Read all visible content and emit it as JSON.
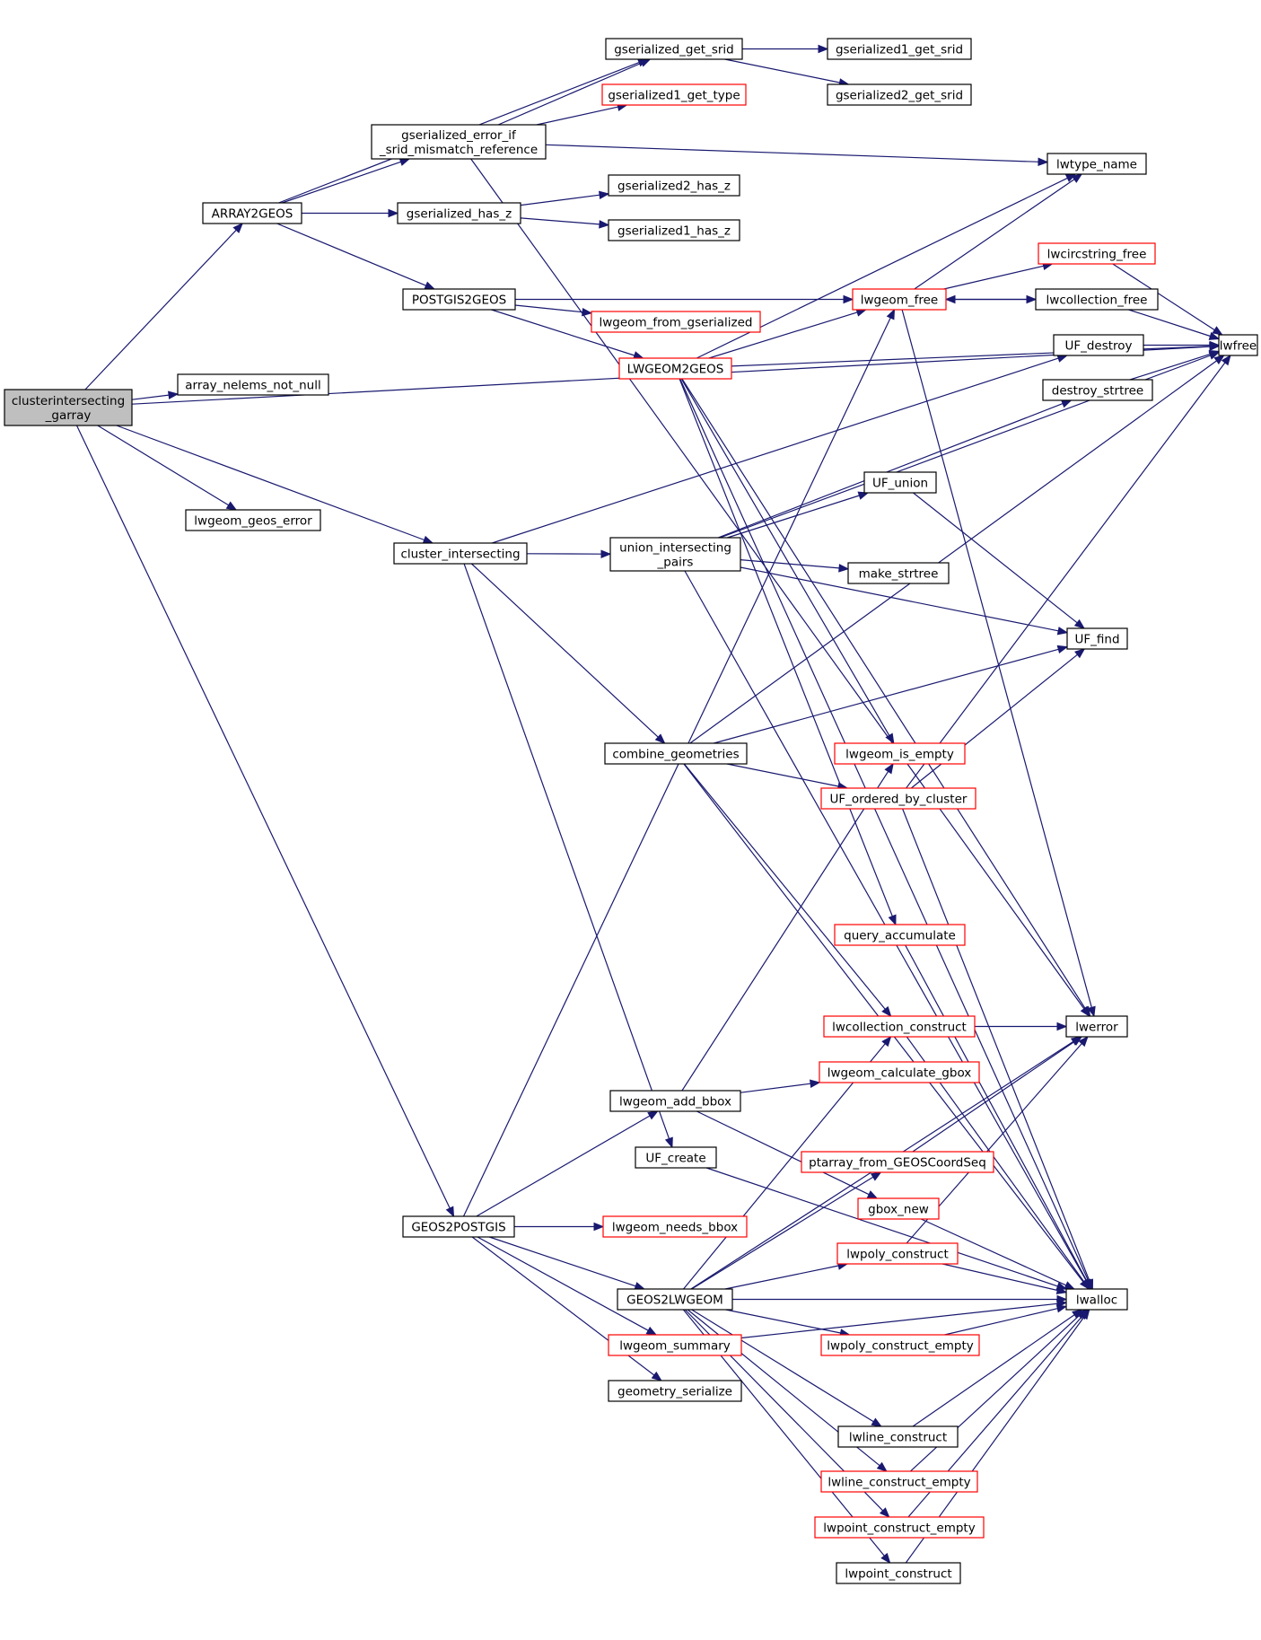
{
  "colors": {
    "edge": "#191970",
    "node_border": "#000000",
    "node_border_incomplete": "#ff0000",
    "root_fill": "#bfbfbf"
  },
  "nodes": [
    {
      "id": "clusterintersecting_garray",
      "lines": [
        "clusterintersecting",
        "_garray"
      ],
      "root": true
    },
    {
      "id": "ARRAY2GEOS",
      "lines": [
        "ARRAY2GEOS"
      ]
    },
    {
      "id": "array_nelems_not_null",
      "lines": [
        "array_nelems_not_null"
      ]
    },
    {
      "id": "lwgeom_geos_error",
      "lines": [
        "lwgeom_geos_error"
      ]
    },
    {
      "id": "cluster_intersecting",
      "lines": [
        "cluster_intersecting"
      ]
    },
    {
      "id": "GEOS2POSTGIS",
      "lines": [
        "GEOS2POSTGIS"
      ]
    },
    {
      "id": "gserialized_get_srid",
      "lines": [
        "gserialized_get_srid"
      ]
    },
    {
      "id": "gserialized1_get_srid",
      "lines": [
        "gserialized1_get_srid"
      ]
    },
    {
      "id": "gserialized2_get_srid",
      "lines": [
        "gserialized2_get_srid"
      ]
    },
    {
      "id": "gserialized1_get_type",
      "lines": [
        "gserialized1_get_type"
      ],
      "red": true
    },
    {
      "id": "gserialized_error_if_srid_mismatch_reference",
      "lines": [
        "gserialized_error_if",
        "_srid_mismatch_reference"
      ]
    },
    {
      "id": "lwtype_name",
      "lines": [
        "lwtype_name"
      ]
    },
    {
      "id": "gserialized_has_z",
      "lines": [
        "gserialized_has_z"
      ]
    },
    {
      "id": "gserialized2_has_z",
      "lines": [
        "gserialized2_has_z"
      ]
    },
    {
      "id": "gserialized1_has_z",
      "lines": [
        "gserialized1_has_z"
      ]
    },
    {
      "id": "POSTGIS2GEOS",
      "lines": [
        "POSTGIS2GEOS"
      ]
    },
    {
      "id": "lwgeom_from_gserialized",
      "lines": [
        "lwgeom_from_gserialized"
      ],
      "red": true
    },
    {
      "id": "LWGEOM2GEOS",
      "lines": [
        "LWGEOM2GEOS"
      ],
      "red": true
    },
    {
      "id": "lwgeom_free",
      "lines": [
        "lwgeom_free"
      ],
      "red": true
    },
    {
      "id": "lwcircstring_free",
      "lines": [
        "lwcircstring_free"
      ],
      "red": true
    },
    {
      "id": "lwcollection_free",
      "lines": [
        "lwcollection_free"
      ]
    },
    {
      "id": "lwfree",
      "lines": [
        "lwfree"
      ]
    },
    {
      "id": "UF_destroy",
      "lines": [
        "UF_destroy"
      ]
    },
    {
      "id": "destroy_strtree",
      "lines": [
        "destroy_strtree"
      ]
    },
    {
      "id": "UF_union",
      "lines": [
        "UF_union"
      ]
    },
    {
      "id": "union_intersecting_pairs",
      "lines": [
        "union_intersecting",
        "_pairs"
      ]
    },
    {
      "id": "make_strtree",
      "lines": [
        "make_strtree"
      ]
    },
    {
      "id": "UF_find",
      "lines": [
        "UF_find"
      ]
    },
    {
      "id": "combine_geometries",
      "lines": [
        "combine_geometries"
      ]
    },
    {
      "id": "lwgeom_is_empty",
      "lines": [
        "lwgeom_is_empty"
      ],
      "red": true
    },
    {
      "id": "UF_ordered_by_cluster",
      "lines": [
        "UF_ordered_by_cluster"
      ],
      "red": true
    },
    {
      "id": "query_accumulate",
      "lines": [
        "query_accumulate"
      ],
      "red": true
    },
    {
      "id": "lwcollection_construct",
      "lines": [
        "lwcollection_construct"
      ],
      "red": true
    },
    {
      "id": "lwerror",
      "lines": [
        "lwerror"
      ]
    },
    {
      "id": "lwgeom_calculate_gbox",
      "lines": [
        "lwgeom_calculate_gbox"
      ],
      "red": true
    },
    {
      "id": "lwgeom_add_bbox",
      "lines": [
        "lwgeom_add_bbox"
      ]
    },
    {
      "id": "UF_create",
      "lines": [
        "UF_create"
      ]
    },
    {
      "id": "ptarray_from_GEOSCoordSeq",
      "lines": [
        "ptarray_from_GEOSCoordSeq"
      ],
      "red": true
    },
    {
      "id": "gbox_new",
      "lines": [
        "gbox_new"
      ],
      "red": true
    },
    {
      "id": "lwgeom_needs_bbox",
      "lines": [
        "lwgeom_needs_bbox"
      ],
      "red": true
    },
    {
      "id": "lwpoly_construct",
      "lines": [
        "lwpoly_construct"
      ],
      "red": true
    },
    {
      "id": "GEOS2LWGEOM",
      "lines": [
        "GEOS2LWGEOM"
      ]
    },
    {
      "id": "lwalloc",
      "lines": [
        "lwalloc"
      ]
    },
    {
      "id": "lwgeom_summary",
      "lines": [
        "lwgeom_summary"
      ],
      "red": true
    },
    {
      "id": "lwpoly_construct_empty",
      "lines": [
        "lwpoly_construct_empty"
      ],
      "red": true
    },
    {
      "id": "geometry_serialize",
      "lines": [
        "geometry_serialize"
      ]
    },
    {
      "id": "lwline_construct",
      "lines": [
        "lwline_construct"
      ]
    },
    {
      "id": "lwline_construct_empty",
      "lines": [
        "lwline_construct_empty"
      ],
      "red": true
    },
    {
      "id": "lwpoint_construct_empty",
      "lines": [
        "lwpoint_construct_empty"
      ],
      "red": true
    },
    {
      "id": "lwpoint_construct",
      "lines": [
        "lwpoint_construct"
      ]
    }
  ],
  "edges": [
    [
      "clusterintersecting_garray",
      "ARRAY2GEOS"
    ],
    [
      "clusterintersecting_garray",
      "array_nelems_not_null"
    ],
    [
      "clusterintersecting_garray",
      "lwgeom_geos_error"
    ],
    [
      "clusterintersecting_garray",
      "cluster_intersecting"
    ],
    [
      "clusterintersecting_garray",
      "GEOS2POSTGIS"
    ],
    [
      "clusterintersecting_garray",
      "lwfree"
    ],
    [
      "ARRAY2GEOS",
      "gserialized_get_srid"
    ],
    [
      "ARRAY2GEOS",
      "gserialized_error_if_srid_mismatch_reference"
    ],
    [
      "ARRAY2GEOS",
      "gserialized_has_z"
    ],
    [
      "ARRAY2GEOS",
      "POSTGIS2GEOS"
    ],
    [
      "gserialized_get_srid",
      "gserialized1_get_srid"
    ],
    [
      "gserialized_get_srid",
      "gserialized2_get_srid"
    ],
    [
      "gserialized_error_if_srid_mismatch_reference",
      "gserialized_get_srid"
    ],
    [
      "gserialized_error_if_srid_mismatch_reference",
      "gserialized1_get_type"
    ],
    [
      "gserialized_error_if_srid_mismatch_reference",
      "lwtype_name"
    ],
    [
      "gserialized_error_if_srid_mismatch_reference",
      "lwerror"
    ],
    [
      "gserialized_has_z",
      "gserialized2_has_z"
    ],
    [
      "gserialized_has_z",
      "gserialized1_has_z"
    ],
    [
      "POSTGIS2GEOS",
      "lwgeom_free"
    ],
    [
      "POSTGIS2GEOS",
      "lwgeom_from_gserialized"
    ],
    [
      "POSTGIS2GEOS",
      "LWGEOM2GEOS"
    ],
    [
      "LWGEOM2GEOS",
      "lwtype_name"
    ],
    [
      "LWGEOM2GEOS",
      "lwfree"
    ],
    [
      "LWGEOM2GEOS",
      "lwgeom_free"
    ],
    [
      "LWGEOM2GEOS",
      "lwgeom_is_empty"
    ],
    [
      "LWGEOM2GEOS",
      "query_accumulate"
    ],
    [
      "LWGEOM2GEOS",
      "lwerror"
    ],
    [
      "LWGEOM2GEOS",
      "lwalloc"
    ],
    [
      "lwgeom_free",
      "lwtype_name"
    ],
    [
      "lwgeom_free",
      "lwcircstring_free"
    ],
    [
      "lwgeom_free",
      "lwcollection_free"
    ],
    [
      "lwgeom_free",
      "lwerror"
    ],
    [
      "lwcircstring_free",
      "lwfree"
    ],
    [
      "lwcollection_free",
      "lwgeom_free"
    ],
    [
      "lwcollection_free",
      "lwfree"
    ],
    [
      "UF_destroy",
      "lwfree"
    ],
    [
      "destroy_strtree",
      "lwfree"
    ],
    [
      "cluster_intersecting",
      "UF_destroy"
    ],
    [
      "cluster_intersecting",
      "union_intersecting_pairs"
    ],
    [
      "cluster_intersecting",
      "combine_geometries"
    ],
    [
      "cluster_intersecting",
      "UF_create"
    ],
    [
      "union_intersecting_pairs",
      "destroy_strtree"
    ],
    [
      "union_intersecting_pairs",
      "lwfree"
    ],
    [
      "union_intersecting_pairs",
      "UF_union"
    ],
    [
      "union_intersecting_pairs",
      "make_strtree"
    ],
    [
      "union_intersecting_pairs",
      "UF_find"
    ],
    [
      "union_intersecting_pairs",
      "lwalloc"
    ],
    [
      "UF_union",
      "UF_find"
    ],
    [
      "combine_geometries",
      "UF_find"
    ],
    [
      "combine_geometries",
      "lwfree"
    ],
    [
      "combine_geometries",
      "UF_ordered_by_cluster"
    ],
    [
      "combine_geometries",
      "lwcollection_construct"
    ],
    [
      "combine_geometries",
      "lwalloc"
    ],
    [
      "UF_ordered_by_cluster",
      "UF_find"
    ],
    [
      "UF_ordered_by_cluster",
      "lwfree"
    ],
    [
      "UF_ordered_by_cluster",
      "lwalloc"
    ],
    [
      "query_accumulate",
      "lwalloc"
    ],
    [
      "lwcollection_construct",
      "lwerror"
    ],
    [
      "lwcollection_construct",
      "lwalloc"
    ],
    [
      "GEOS2POSTGIS",
      "lwgeom_free"
    ],
    [
      "GEOS2POSTGIS",
      "lwgeom_add_bbox"
    ],
    [
      "GEOS2POSTGIS",
      "lwgeom_needs_bbox"
    ],
    [
      "GEOS2POSTGIS",
      "GEOS2LWGEOM"
    ],
    [
      "GEOS2POSTGIS",
      "lwgeom_summary"
    ],
    [
      "GEOS2POSTGIS",
      "geometry_serialize"
    ],
    [
      "lwgeom_add_bbox",
      "lwgeom_is_empty"
    ],
    [
      "lwgeom_add_bbox",
      "lwgeom_calculate_gbox"
    ],
    [
      "lwgeom_add_bbox",
      "gbox_new"
    ],
    [
      "UF_create",
      "lwalloc"
    ],
    [
      "ptarray_from_GEOSCoordSeq",
      "lwerror"
    ],
    [
      "gbox_new",
      "lwalloc"
    ],
    [
      "lwpoly_construct",
      "lwerror"
    ],
    [
      "lwpoly_construct",
      "lwalloc"
    ],
    [
      "GEOS2LWGEOM",
      "lwcollection_construct"
    ],
    [
      "GEOS2LWGEOM",
      "lwerror"
    ],
    [
      "GEOS2LWGEOM",
      "ptarray_from_GEOSCoordSeq"
    ],
    [
      "GEOS2LWGEOM",
      "lwpoly_construct"
    ],
    [
      "GEOS2LWGEOM",
      "lwpoly_construct_empty"
    ],
    [
      "GEOS2LWGEOM",
      "lwalloc"
    ],
    [
      "GEOS2LWGEOM",
      "lwline_construct"
    ],
    [
      "GEOS2LWGEOM",
      "lwline_construct_empty"
    ],
    [
      "GEOS2LWGEOM",
      "lwpoint_construct_empty"
    ],
    [
      "GEOS2LWGEOM",
      "lwpoint_construct"
    ],
    [
      "lwgeom_summary",
      "lwalloc"
    ],
    [
      "lwpoly_construct_empty",
      "lwalloc"
    ],
    [
      "lwline_construct",
      "lwalloc"
    ],
    [
      "lwline_construct_empty",
      "lwalloc"
    ],
    [
      "lwpoint_construct_empty",
      "lwalloc"
    ],
    [
      "lwpoint_construct",
      "lwalloc"
    ]
  ]
}
